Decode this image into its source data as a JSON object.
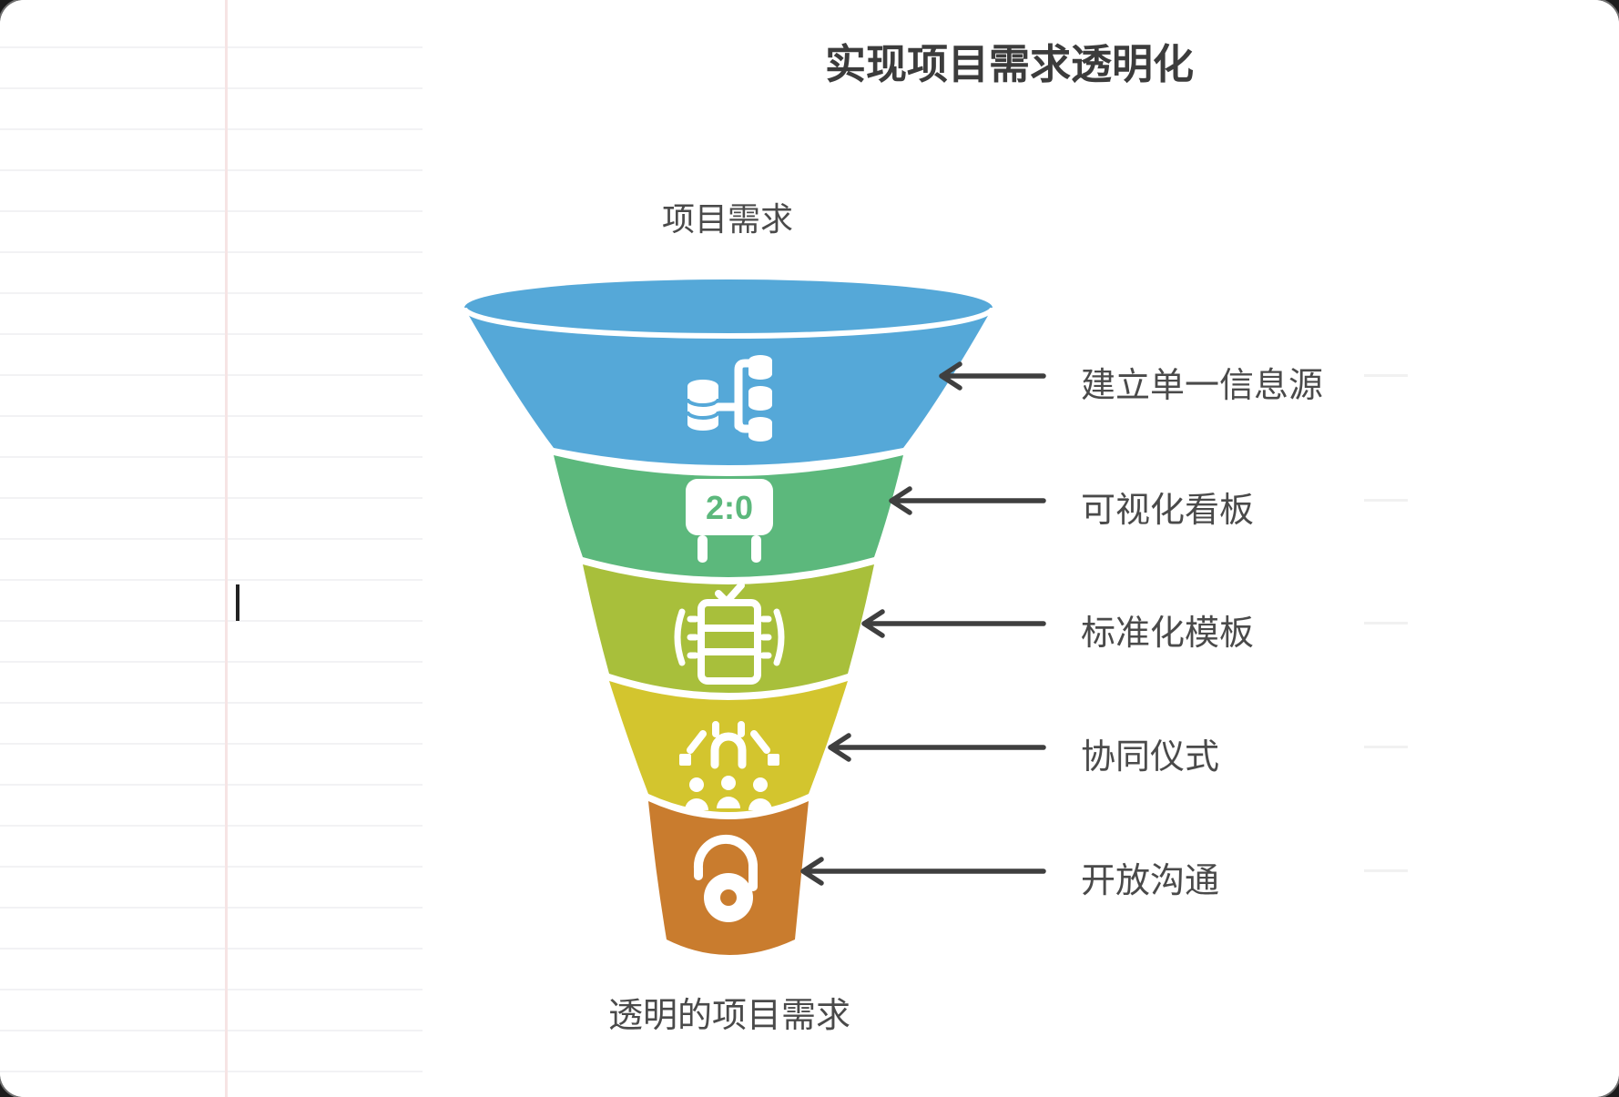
{
  "title": {
    "text": "实现项目需求透明化"
  },
  "funnel": {
    "top_label": "项目需求",
    "bottom_label": "透明的项目需求",
    "layers": [
      {
        "label": "建立单一信息源",
        "color": "#55a8d8",
        "icon": "database-sources-icon"
      },
      {
        "label": "可视化看板",
        "color": "#5cb87c",
        "icon": "scoreboard-icon",
        "scoreboard_text": "2:0"
      },
      {
        "label": "标准化模板",
        "color": "#a8bf3b",
        "icon": "template-checklist-icon"
      },
      {
        "label": "协同仪式",
        "color": "#d3c52e",
        "icon": "meeting-people-icon"
      },
      {
        "label": "开放沟通",
        "color": "#c97c2e",
        "icon": "open-lock-icon"
      }
    ]
  },
  "colors": {
    "arrow": "#3f3f3f",
    "label_text": "#4a4a4a",
    "title_text": "#3c3c3c",
    "grid_line": "#f2f2f4",
    "column_line": "#f6e4e4",
    "icon": "#ffffff",
    "cursor": "#222222",
    "card_background": "#ffffff"
  }
}
